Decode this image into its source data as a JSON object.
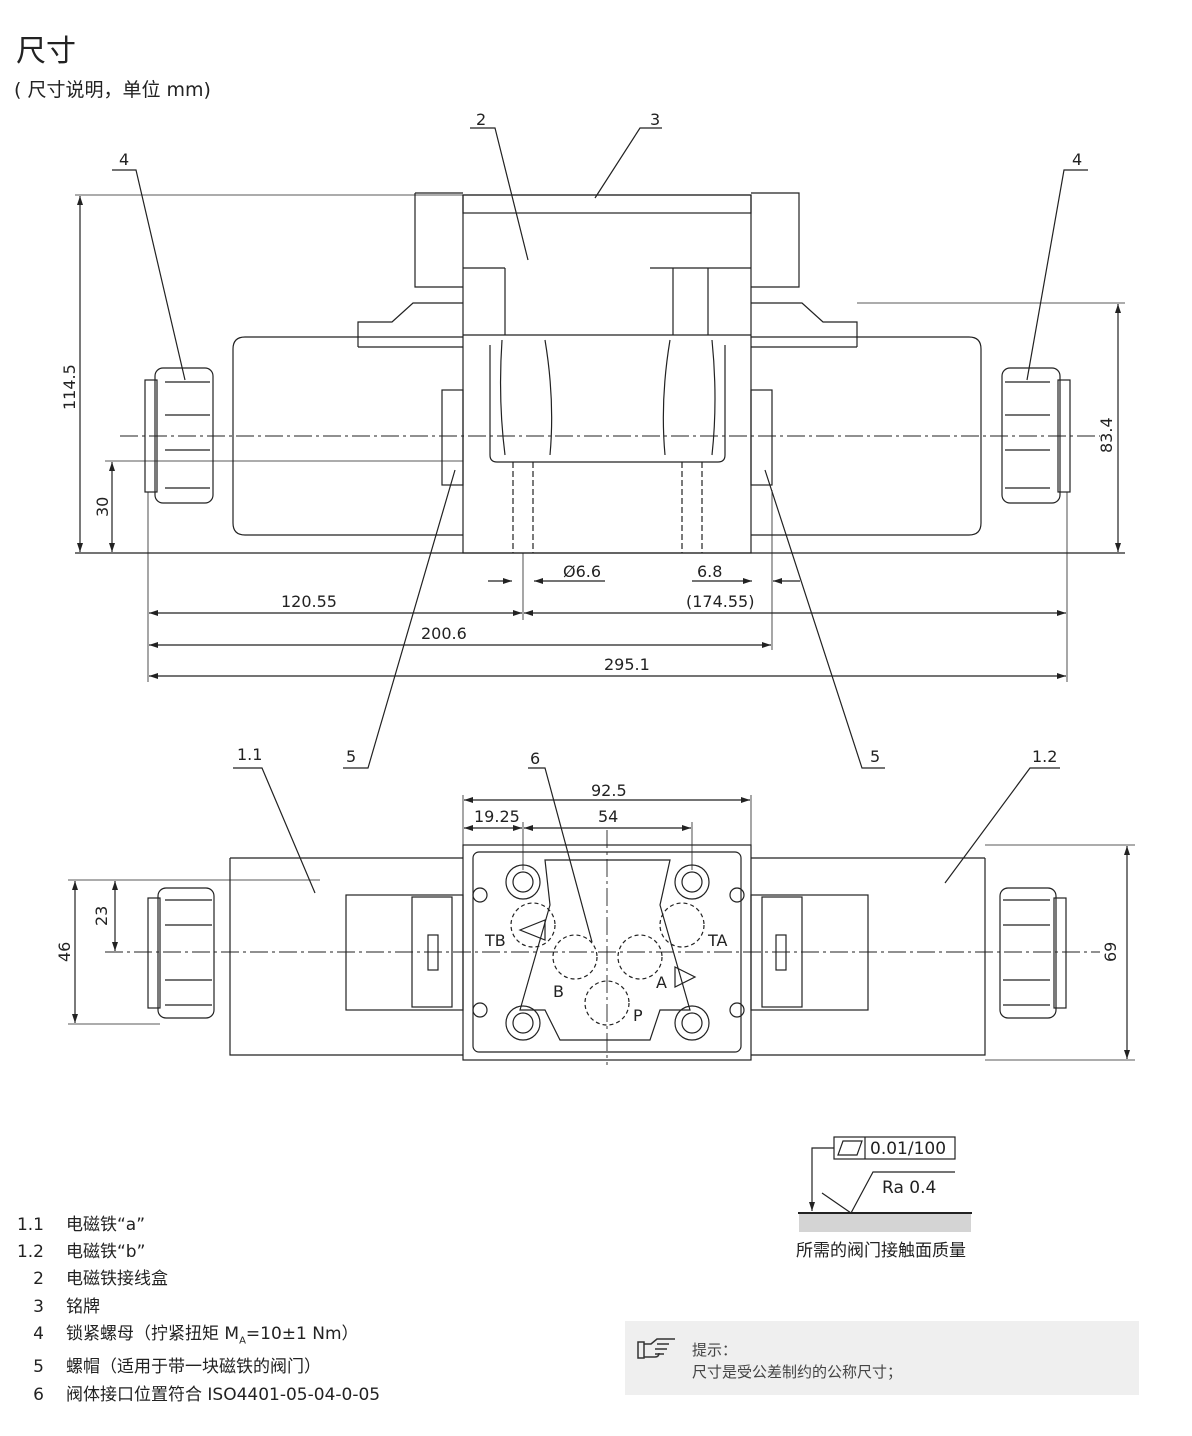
{
  "header": {
    "title": "尺寸",
    "subtitle": "( 尺寸说明，单位 mm)"
  },
  "top_view": {
    "callouts": {
      "c2": "2",
      "c3": "3",
      "c4_left": "4",
      "c4_right": "4",
      "c5_left": "5",
      "c5_right": "5"
    },
    "dims": {
      "h_total": "114.5",
      "h_axis": "30",
      "h_right": "83.4",
      "hole_dia": "Ø6.6",
      "hole_off": "6.8",
      "left_len": "120.55",
      "right_len": "(174.55)",
      "len_200": "200.6",
      "len_total": "295.1"
    }
  },
  "bottom_view": {
    "callouts": {
      "c11": "1.1",
      "c12": "1.2",
      "c6": "6"
    },
    "dims": {
      "w_body": "92.5",
      "w_off": "19.25",
      "w_54": "54",
      "h_46": "46",
      "h_23": "23",
      "h_69": "69"
    },
    "ports": {
      "tb": "TB",
      "ta": "TA",
      "b": "B",
      "a": "A",
      "p": "P"
    }
  },
  "surface": {
    "flatness": "0.01/100",
    "roughness": "Ra 0.4",
    "label": "所需的阀门接触面质量"
  },
  "legend": [
    {
      "num": "1.1",
      "text": "电磁铁“a”"
    },
    {
      "num": "1.2",
      "text": "电磁铁“b”"
    },
    {
      "num": "2",
      "text": "电磁铁接线盒"
    },
    {
      "num": "3",
      "text": "铭牌"
    },
    {
      "num": "4",
      "text_pre": "锁紧螺母（拧紧扭矩 M",
      "sub": "A",
      "text_post": "=10±1 Nm）"
    },
    {
      "num": "5",
      "text": "螺帽（适用于带一块磁铁的阀门）"
    },
    {
      "num": "6",
      "text": "阀体接口位置符合 ISO4401-05-04-0-05"
    }
  ],
  "note": {
    "heading": "提示：",
    "text": "尺寸是受公差制约的公称尺寸；",
    "icon": "pointing-hand-icon"
  }
}
